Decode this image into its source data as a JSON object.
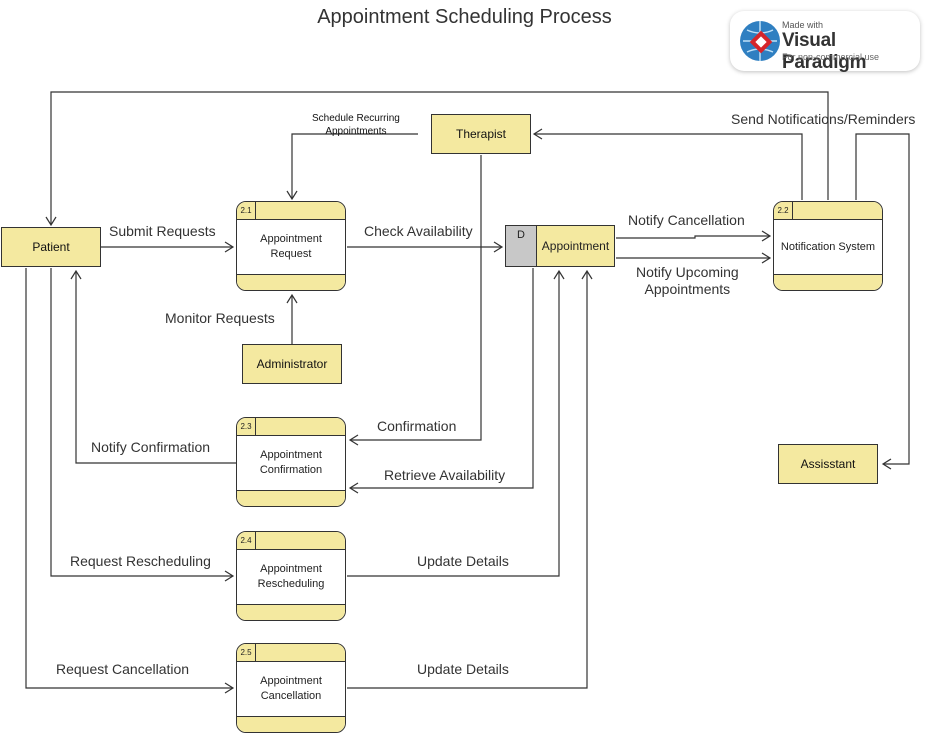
{
  "title": "Appointment Scheduling Process",
  "badge": {
    "line1": "Made with",
    "brand": "Visual Paradigm",
    "line3": "For non-commercial use"
  },
  "entities": {
    "patient": "Patient",
    "therapist": "Therapist",
    "administrator": "Administrator",
    "assistant": "Assisstant"
  },
  "processes": [
    {
      "id": "2.1",
      "name": "Appointment\nRequest"
    },
    {
      "id": "2.2",
      "name": "Notification System"
    },
    {
      "id": "2.3",
      "name": "Appointment\nConfirmation"
    },
    {
      "id": "2.4",
      "name": "Appointment\nRescheduling"
    },
    {
      "id": "2.5",
      "name": "Appointment\nCancellation"
    }
  ],
  "datastore": {
    "id": "D",
    "name": "Appointment"
  },
  "flows": {
    "submit_requests": "Submit Requests",
    "check_availability": "Check Availability",
    "schedule_recurring": "Schedule Recurring\nAppointments",
    "monitor_requests": "Monitor Requests",
    "notify_cancellation": "Notify Cancellation",
    "notify_upcoming": "Notify Upcoming\nAppointments",
    "send_notifications": "Send Notifications/Reminders",
    "confirmation": "Confirmation",
    "retrieve_availability": "Retrieve Availability",
    "notify_confirmation": "Notify Confirmation",
    "request_rescheduling": "Request Rescheduling",
    "update_details_1": "Update Details",
    "request_cancellation": "Request Cancellation",
    "update_details_2": "Update Details"
  },
  "colors": {
    "entity_fill": "#f4e9a0",
    "store_id_fill": "#c8c8c8",
    "line": "#333333"
  }
}
